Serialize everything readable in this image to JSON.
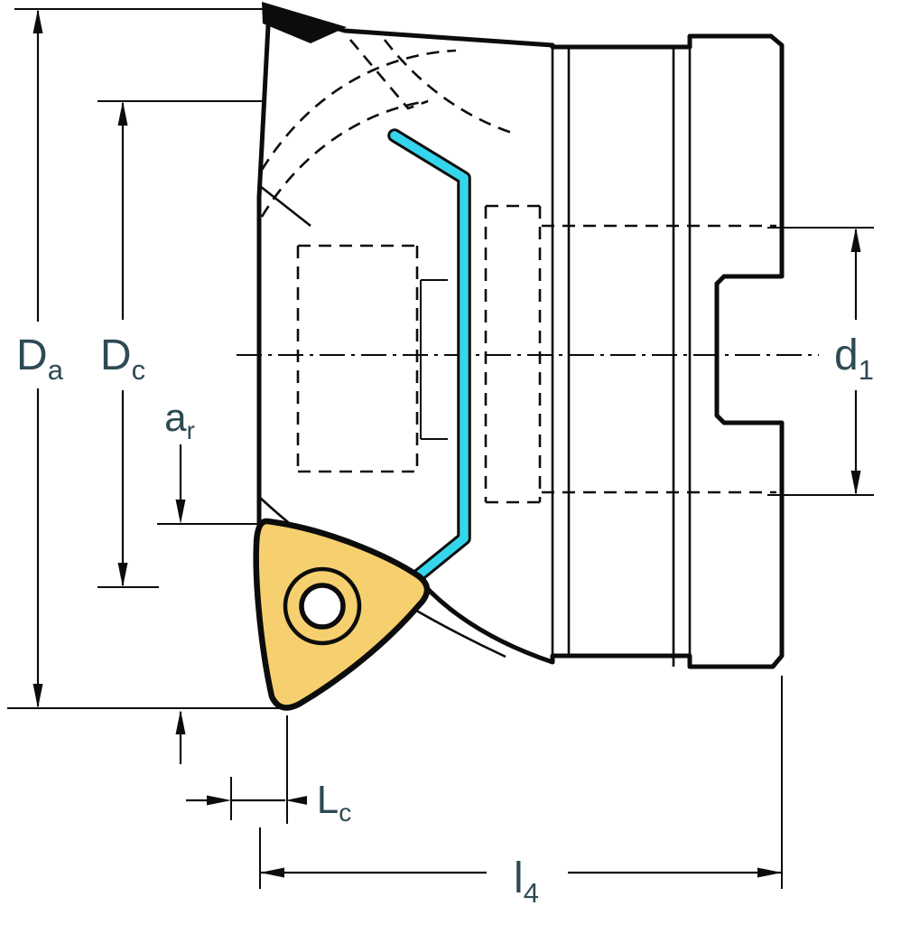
{
  "diagram": {
    "colors": {
      "body": "#d7dddd",
      "insert": "#f6d06e",
      "coolant": "#35d6ec",
      "outline": "#0c0c0c",
      "label": "#2e4a54",
      "background": "#ffffff"
    },
    "labels": {
      "Da": {
        "base": "D",
        "sub": "a"
      },
      "Dc": {
        "base": "D",
        "sub": "c"
      },
      "ar": {
        "base": "a",
        "sub": "r"
      },
      "d1": {
        "base": "d",
        "sub": "1"
      },
      "Lc": {
        "base": "L",
        "sub": "c"
      },
      "l4": {
        "base": "l",
        "sub": "4"
      }
    }
  }
}
